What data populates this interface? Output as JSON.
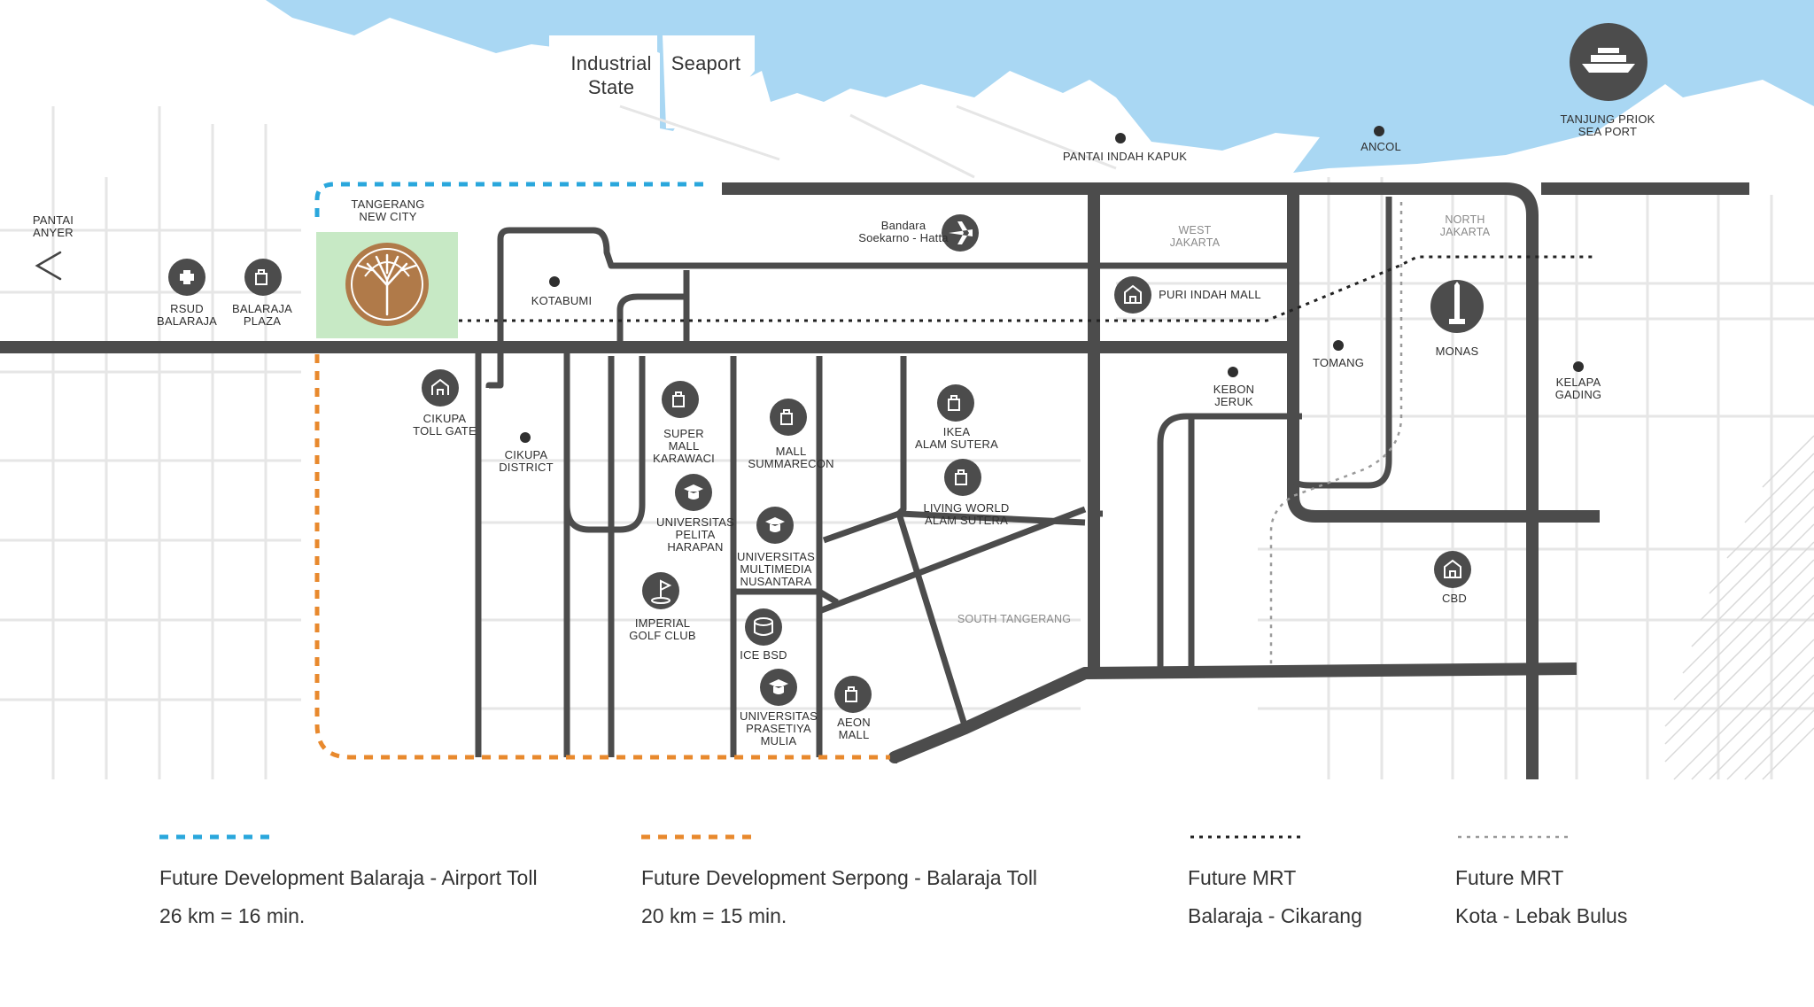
{
  "colors": {
    "sea": "#a9d7f3",
    "road": "#4c4c4c",
    "minor_road": "#e6e6e6",
    "blue_toll": "#2aa7dc",
    "orange_toll": "#e8892d",
    "project_bg": "#c7e9c5",
    "logo_brown": "#b07a49",
    "icon_bg": "#4c4c4c"
  },
  "map": {
    "places": [
      {
        "id": "industrial-state",
        "text": "Industrial\nState",
        "style": "big"
      },
      {
        "id": "seaport",
        "text": "Seaport",
        "style": "big"
      },
      {
        "id": "pantai-anyer",
        "text": "PANTAI\nANYER"
      },
      {
        "id": "tangerang-new-city",
        "text": "TANGERANG\nNEW CITY"
      },
      {
        "id": "rsud-balaraja",
        "text": "RSUD\nBALARAJA"
      },
      {
        "id": "balaraja-plaza",
        "text": "BALARAJA\nPLAZA"
      },
      {
        "id": "kotabumi",
        "text": "KOTABUMI"
      },
      {
        "id": "bandara",
        "text": "Bandara\nSoekarno - Hatta"
      },
      {
        "id": "pantai-indah-kapuk",
        "text": "PANTAI INDAH KAPUK"
      },
      {
        "id": "ancol",
        "text": "ANCOL"
      },
      {
        "id": "tanjung-priok",
        "text": "TANJUNG PRIOK\nSEA PORT"
      },
      {
        "id": "west-jakarta",
        "text": "WEST\nJAKARTA",
        "style": "area"
      },
      {
        "id": "north-jakarta",
        "text": "NORTH\nJAKARTA",
        "style": "area"
      },
      {
        "id": "puri-indah-mall",
        "text": "PURI INDAH MALL"
      },
      {
        "id": "tomang",
        "text": "TOMANG"
      },
      {
        "id": "monas",
        "text": "MONAS"
      },
      {
        "id": "kelapa-gading",
        "text": "KELAPA\nGADING"
      },
      {
        "id": "kebon-jeruk",
        "text": "KEBON\nJERUK"
      },
      {
        "id": "cikupa-toll-gate",
        "text": "CIKUPA\nTOLL GATE"
      },
      {
        "id": "cikupa-district",
        "text": "CIKUPA\nDISTRICT"
      },
      {
        "id": "super-mall-karawaci",
        "text": "SUPER\nMALL\nKARAWACI"
      },
      {
        "id": "mall-summarecon",
        "text": "MALL\nSUMMARECON"
      },
      {
        "id": "ikea-alam-sutera",
        "text": "IKEA\nALAM SUTERA"
      },
      {
        "id": "living-world",
        "text": "LIVING WORLD\nALAM SUTERA"
      },
      {
        "id": "universitas-pelita-harapan",
        "text": "UNIVERSITAS\nPELITA\nHARAPAN"
      },
      {
        "id": "universitas-multimedia",
        "text": "UNIVERSITAS\nMULTIMEDIA\nNUSANTARA"
      },
      {
        "id": "imperial-golf",
        "text": "IMPERIAL\nGOLF CLUB"
      },
      {
        "id": "ice-bsd",
        "text": "ICE BSD"
      },
      {
        "id": "universitas-prasetiya",
        "text": "UNIVERSITAS\nPRASETIYA\nMULIA"
      },
      {
        "id": "aeon-mall",
        "text": "AEON\nMALL"
      },
      {
        "id": "south-tangerang",
        "text": "SOUTH TANGERANG",
        "style": "area"
      },
      {
        "id": "cbd",
        "text": "CBD"
      }
    ],
    "icons": [
      {
        "id": "hospital-icon",
        "glyph": "+"
      },
      {
        "id": "shopping-bag-icon"
      },
      {
        "id": "airplane-icon",
        "glyph": "✈"
      },
      {
        "id": "ship-icon"
      },
      {
        "id": "building-icon"
      },
      {
        "id": "monument-icon"
      },
      {
        "id": "toll-gate-icon"
      },
      {
        "id": "graduation-cap-icon"
      },
      {
        "id": "golf-flag-icon"
      },
      {
        "id": "ice-arena-icon"
      },
      {
        "id": "tree-logo-icon"
      },
      {
        "id": "chevron-left-icon",
        "glyph": "<"
      }
    ]
  },
  "legend": [
    {
      "id": "legend-airport-toll",
      "line": "blue-dashed",
      "title": "Future Development Balaraja - Airport Toll",
      "detail": "26 km = 16 min."
    },
    {
      "id": "legend-serpong-toll",
      "line": "orange-dashed",
      "title": "Future Development Serpong - Balaraja Toll",
      "detail": "20 km = 15 min."
    },
    {
      "id": "legend-mrt-balaraja",
      "line": "black-dotted",
      "title": "Future MRT",
      "detail": "Balaraja - Cikarang"
    },
    {
      "id": "legend-mrt-kota",
      "line": "grey-dotted",
      "title": "Future MRT",
      "detail": "Kota - Lebak Bulus"
    }
  ]
}
